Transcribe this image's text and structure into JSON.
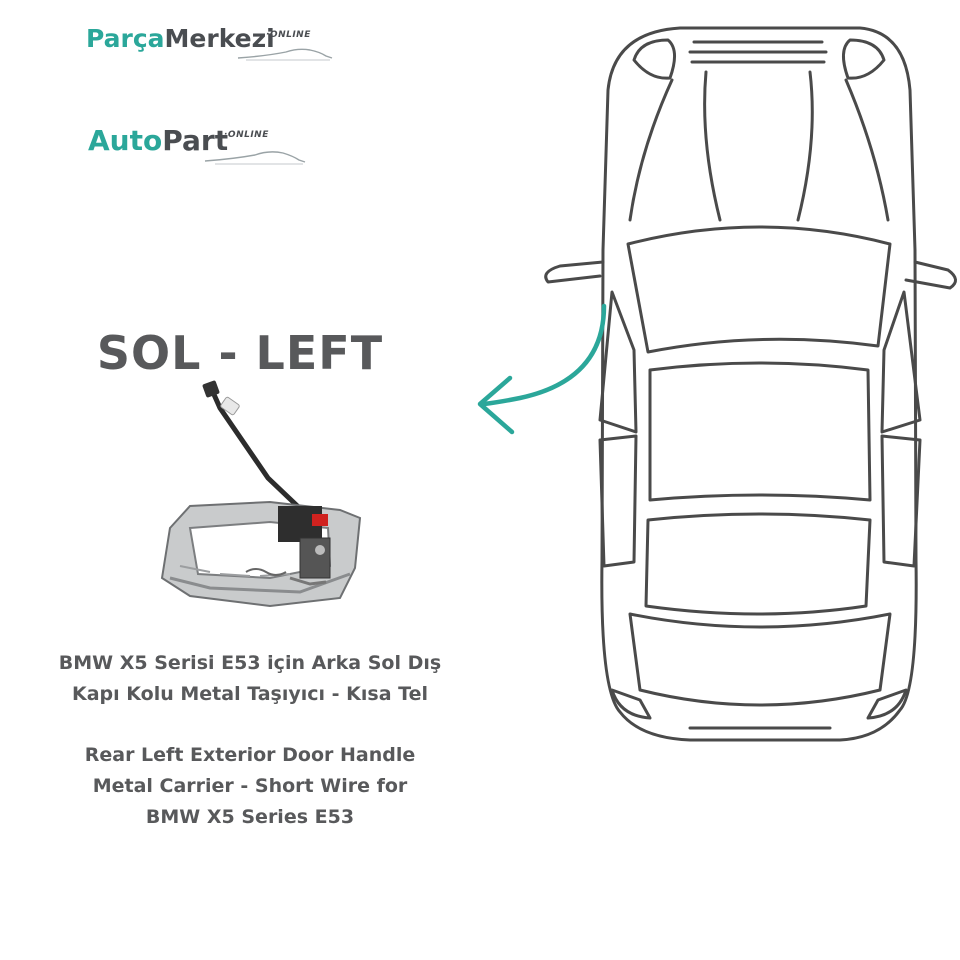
{
  "logos": {
    "parca": {
      "part1": "Parça",
      "part2": "Merkezi",
      "suffix": "·ONLINE"
    },
    "autopart": {
      "part1": "Auto",
      "part2": "Part",
      "suffix": "·ONLINE"
    }
  },
  "side_label": "SOL - LEFT",
  "description_tr": [
    "BMW X5 Serisi E53 için Arka Sol Dış",
    "Kapı Kolu Metal Taşıyıcı - Kısa Tel"
  ],
  "description_en": [
    "Rear Left Exterior Door Handle",
    "Metal Carrier - Short Wire for",
    "BMW X5 Series E53"
  ],
  "colors": {
    "brand_teal": "#2ba79a",
    "text_gray": "#58595b",
    "outline": "#4a4a4a"
  },
  "icons": {
    "arrow": "curved-arrow-icon",
    "car": "car-top-view-icon"
  }
}
